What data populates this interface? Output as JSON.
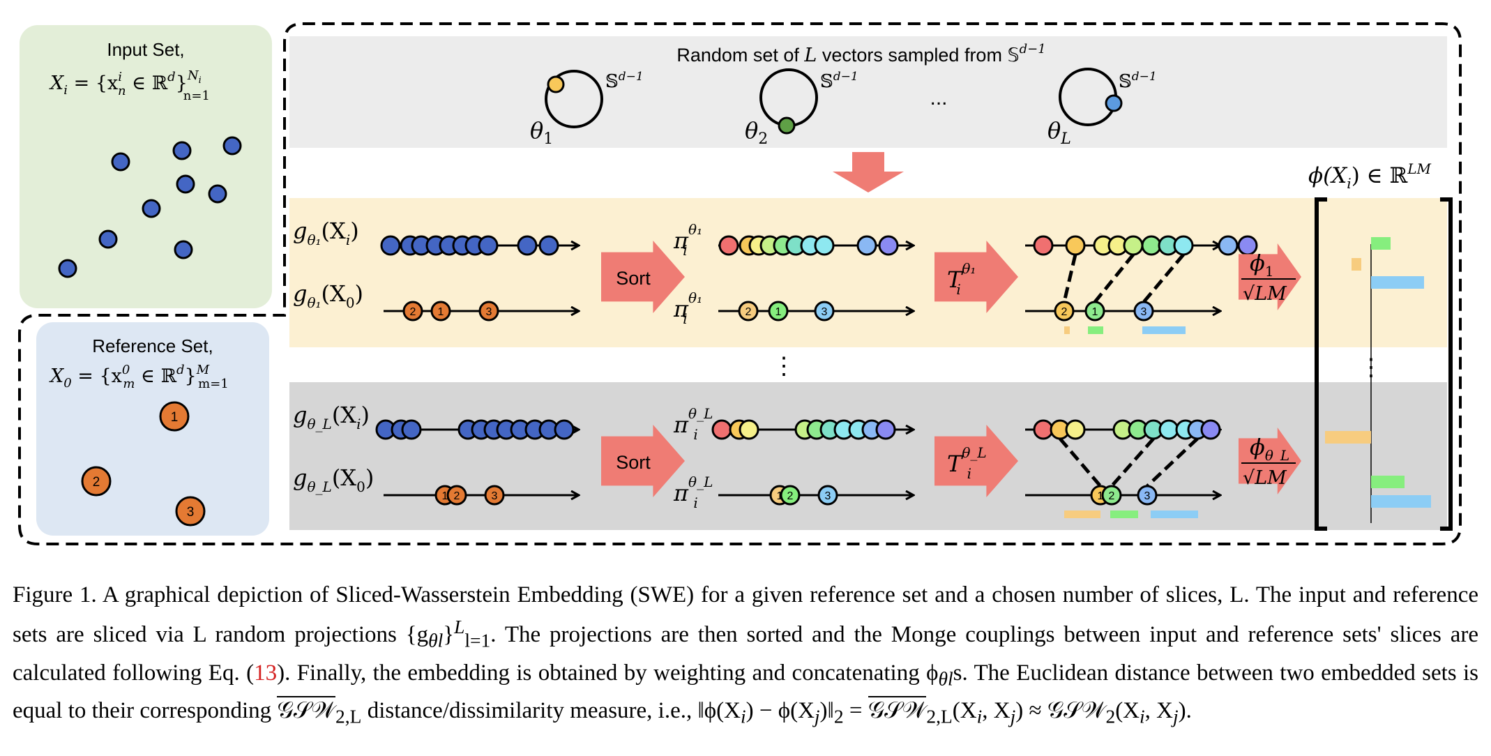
{
  "input_panel": {
    "title": "Input Set,",
    "formula_lhs": "X",
    "formula_sub": "i",
    "formula_body": " = {x",
    "formula_sup_i": "i",
    "formula_sub_n": "n",
    "formula_in": " ∈ ℝ",
    "formula_d": "d",
    "formula_close": "}",
    "formula_upper": "N",
    "formula_upper_sub": "i",
    "formula_lower": "n=1"
  },
  "reference_panel": {
    "title": "Reference Set,",
    "formula_lhs": "X",
    "formula_sub": "0",
    "formula_body": " = {x",
    "formula_sup": "0",
    "formula_sub_m": "m",
    "formula_in": " ∈ ℝ",
    "formula_d": "d",
    "formula_close": "}",
    "formula_upper": "M",
    "formula_lower": "m=1",
    "point_labels": [
      "1",
      "2",
      "3"
    ]
  },
  "top_band": {
    "title_pre": "Random set of ",
    "title_L": "L",
    "title_post": " vectors sampled from 𝕊",
    "title_sup": "d−1",
    "sphere_label": "𝕊",
    "sphere_sup": "d−1",
    "theta": "θ",
    "theta_subs": [
      "1",
      "2",
      "L"
    ],
    "ellipsis": "..."
  },
  "embedding": {
    "label_pre": "ϕ(X",
    "label_sub": "i",
    "label_post": ") ∈ ℝ",
    "label_sup": "LM",
    "vdots": "⋮"
  },
  "rows": [
    {
      "g_input": "g",
      "g_sub": "θ₁",
      "g_input_arg": "(X",
      "g_input_arg_sub": "i",
      "g_ref_arg_sub": "0",
      "sort_label": "Sort",
      "pi": "π",
      "pi_sub": "i",
      "pi_sup": "θ₁",
      "T": "T",
      "T_sub": "i",
      "T_sup": "θ₁",
      "phi_num": "ϕ",
      "phi_sub": "1",
      "phi_den": "√LM",
      "ref_labels": [
        "2",
        "1",
        "3"
      ],
      "sorted_ref_labels": [
        "2",
        "1",
        "3"
      ]
    },
    {
      "g_input": "g",
      "g_sub": "θ_L",
      "g_input_arg": "(X",
      "g_input_arg_sub": "i",
      "g_ref_arg_sub": "0",
      "sort_label": "Sort",
      "pi": "π",
      "pi_sub": "i",
      "pi_sup": "θ_L",
      "T": "T",
      "T_sub": "i",
      "T_sup": "θ_L",
      "phi_num": "ϕ",
      "phi_sub": "θ_L",
      "phi_den": "√LM",
      "ref_labels": [
        "1",
        "2",
        "3"
      ],
      "sorted_ref_labels": [
        "1",
        "2",
        "3"
      ]
    }
  ],
  "row_gap_dots": "⋮",
  "colors": {
    "input_panel_bg": "#e3eed8",
    "reference_panel_bg": "#dde7f3",
    "top_band_bg": "#ececec",
    "row1_bg": "#fcf0d2",
    "row2_bg": "#d6d6d6",
    "arrow": "#ef7c74",
    "input_point": "#4466c4",
    "reference_point": "#e47a33",
    "rainbow": [
      "#f07070",
      "#f8c85a",
      "#f6f08a",
      "#c6f088",
      "#8eea8e",
      "#7ee0c8",
      "#8ee8f0",
      "#8ab8f4",
      "#8a8af2"
    ],
    "bar_orange": "#f7cc7f",
    "bar_green": "#86ee7e",
    "bar_blue": "#8ccdf5"
  },
  "caption": {
    "p1": "Figure 1. A graphical depiction of Sliced-Wasserstein Embedding (SWE) for a given reference set and a chosen number of slices, L. The input and reference sets are sliced via L random projections {g",
    "p1_sub": "θl",
    "p1_set": "}",
    "p1_set_sup": "L",
    "p1_set_sub": "l=1",
    "p2": ". The projections are then sorted and the Monge couplings between input and reference sets' slices are calculated following Eq. (",
    "eq_ref": "13",
    "p3": "). Finally, the embedding is obtained by weighting and concatenating ϕ",
    "p3_sub": "θl",
    "p4": "s. The Euclidean distance between two embedded sets is equal to their corresponding ",
    "gsw_hat": "𝒢𝒮𝒲",
    "gsw_hat_sub": "2,L",
    "p5": " distance/dissimilarity measure, i.e., ‖ϕ(X",
    "p5_i": "i",
    "p5_mid": ") − ϕ(X",
    "p5_j": "j",
    "p5_end": ")‖",
    "p5_2": "2",
    "p5_eq": " = ",
    "gsw_hat2": "𝒢𝒮𝒲",
    "gsw_hat2_sub": "2,L",
    "p6": "(X",
    "p6_i": "i",
    "p6_c": ", X",
    "p6_j": "j",
    "p6_c2": ") ≈ 𝒢𝒮𝒲",
    "p6_2": "2",
    "p6_end": "(X",
    "p6_i2": "i",
    "p6_c3": ", X",
    "p6_j2": "j",
    "p6_fin": ")."
  }
}
